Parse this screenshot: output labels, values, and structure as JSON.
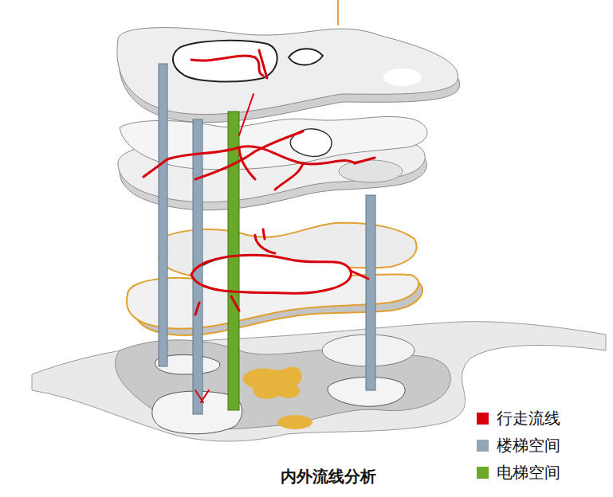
{
  "diagram": {
    "title": "内外流线分析",
    "legend": [
      {
        "text": "行走流线",
        "color": "#d9000d"
      },
      {
        "text": "楼梯空间",
        "color": "#91a6b8"
      },
      {
        "text": "电梯空间",
        "color": "#6aa82a"
      }
    ]
  }
}
